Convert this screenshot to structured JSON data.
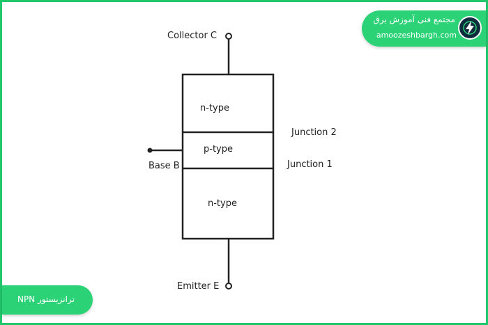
{
  "brand": {
    "title": "مجتمع فنی آموزش برق",
    "url": "amoozeshbargh.com",
    "logo_icon": "lightning-bolt-icon",
    "color": "#2bd276"
  },
  "caption": {
    "text": "NPN ترانزیستور"
  },
  "diagram": {
    "collector_label": "Collector C",
    "base_label": "Base B",
    "emitter_label": "Emitter E",
    "top_region": "n-type",
    "middle_region": "p-type",
    "bottom_region": "n-type",
    "junction_top": "Junction 2",
    "junction_bottom": "Junction 1"
  },
  "frame_color": "#21c76b"
}
